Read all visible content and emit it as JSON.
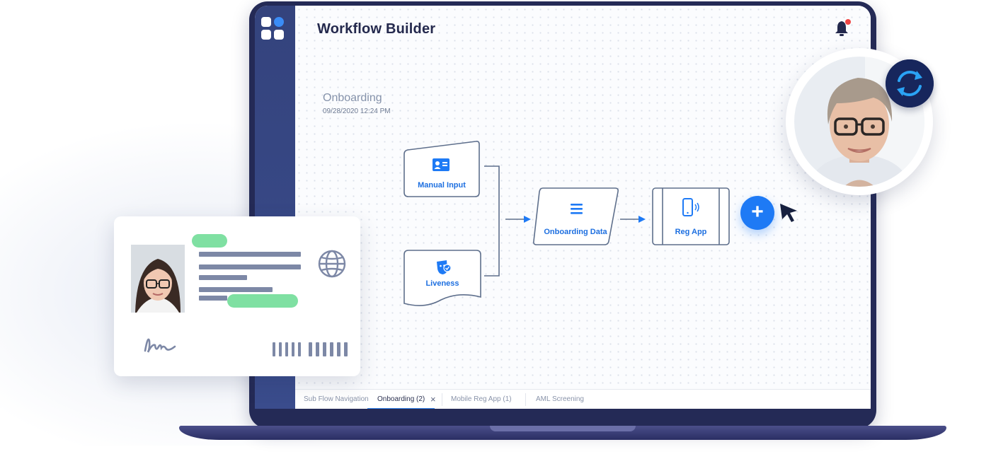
{
  "app": {
    "title": "Workflow Builder"
  },
  "flow": {
    "name": "Onboarding",
    "timestamp": "09/28/2020  12:24 PM"
  },
  "nodes": {
    "manual_input": "Manual Input",
    "liveness": "Liveness",
    "onboarding_data": "Onboarding Data",
    "reg_app": "Reg App"
  },
  "tabs": [
    {
      "label": "Sub Flow Navigation"
    },
    {
      "label": "Onboarding (2)"
    },
    {
      "label": "Mobile Reg App (1)"
    },
    {
      "label": "AML Screening"
    }
  ],
  "tab_close": "×",
  "plus_button": "+",
  "icons": {
    "logo": "app-grid-logo",
    "notification": "bell-icon",
    "manual_input": "id-card-icon",
    "liveness": "face-check-icon",
    "onboarding_data": "list-icon",
    "reg_app": "smartphone-icon",
    "add": "plus-icon",
    "pointer": "cursor-arrow-icon",
    "sync": "sync-icon",
    "globe": "globe-icon",
    "signature": "signature-icon",
    "barcode": "barcode-icon"
  },
  "colors": {
    "accent": "#1e7af5",
    "sidebar": "#34437d",
    "frame": "#242a56",
    "node_border": "#5e6f8c",
    "node_text": "#1d6fe0",
    "notification_dot": "#ef4444",
    "card_highlight": "#7fe0a2",
    "card_line": "#7d88a6"
  }
}
